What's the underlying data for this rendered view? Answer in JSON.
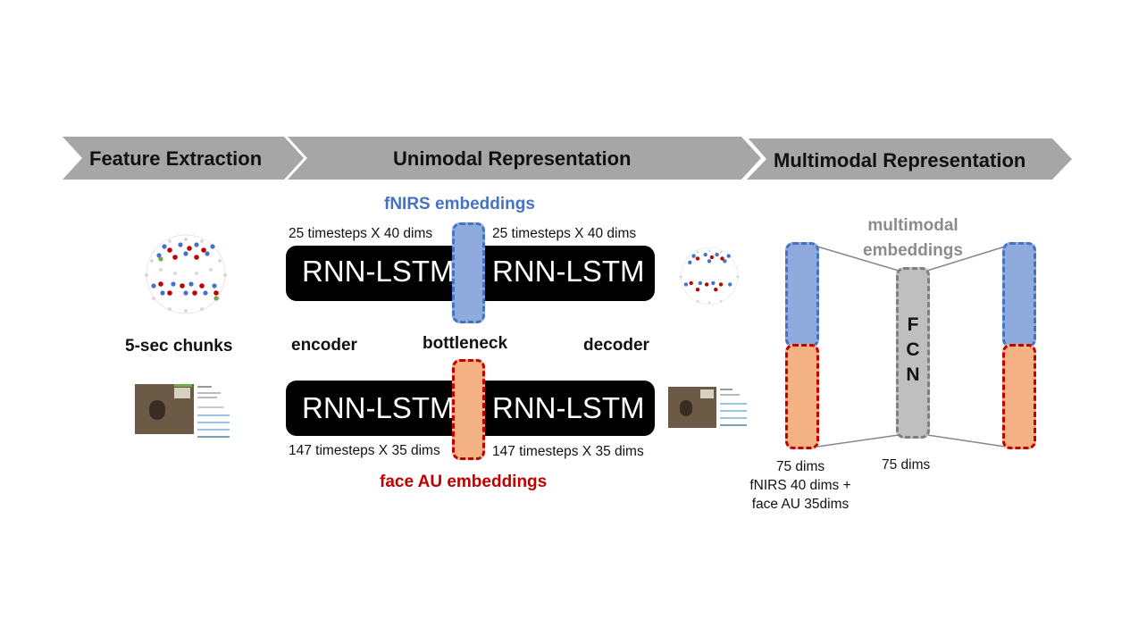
{
  "stages": {
    "feature_extraction": "Feature Extraction",
    "unimodal": "Unimodal Representation",
    "multimodal": "Multimodal Representation"
  },
  "unimodal": {
    "fnirs_embeddings": "fNIRS embeddings",
    "face_embeddings": "face AU embeddings",
    "fnirs_dims_in": "25 timesteps X 40 dims",
    "fnirs_dims_out": "25 timesteps X 40 dims",
    "face_dims_in": "147 timesteps X 35 dims",
    "face_dims_out": "147 timesteps X 35 dims",
    "rnn_label": "RNN-LSTM",
    "encoder": "encoder",
    "bottleneck": "bottleneck",
    "decoder": "decoder"
  },
  "feature": {
    "chunks": "5-sec chunks"
  },
  "multimodal": {
    "title_line1": "multimodal",
    "title_line2": "embeddings",
    "fcn_letters": [
      "F",
      "C",
      "N"
    ],
    "left_dims_line1": "75 dims",
    "left_dims_line2": "fNIRS 40 dims +",
    "left_dims_line3": "face AU 35dims",
    "center_dims": "75 dims"
  },
  "colors": {
    "chevron": "#a6a6a6",
    "fnirs_fill": "#8faadc",
    "fnirs_border": "#4472c4",
    "face_fill": "#f4b183",
    "face_border": "#c00000",
    "fcn_fill": "#bfbfbf",
    "fcn_border": "#7f7f7f"
  }
}
